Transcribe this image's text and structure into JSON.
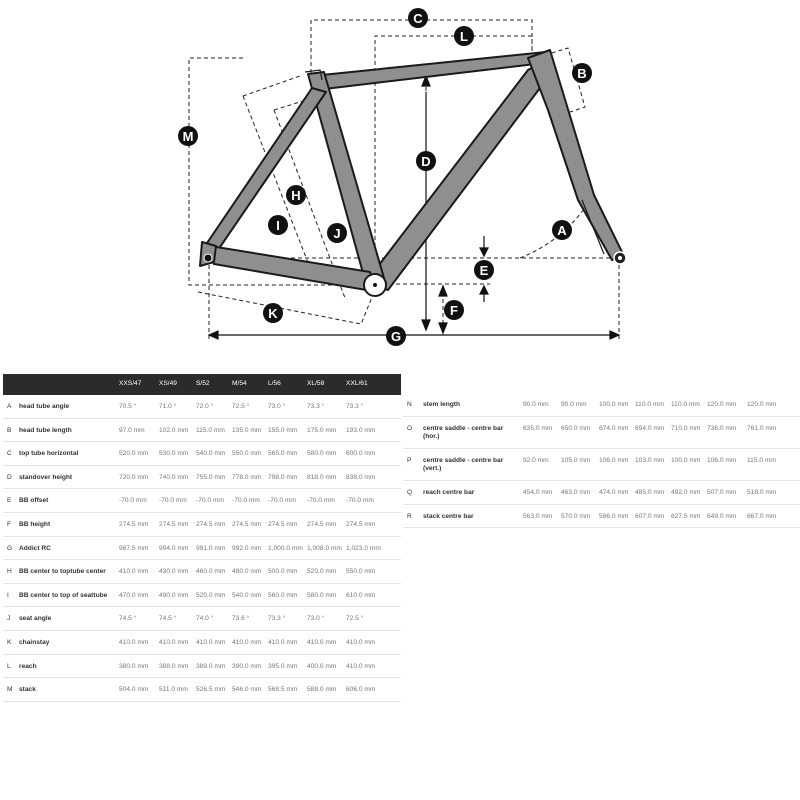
{
  "diagram": {
    "labels": [
      "A",
      "B",
      "C",
      "D",
      "E",
      "F",
      "G",
      "H",
      "I",
      "J",
      "K",
      "L",
      "M"
    ]
  },
  "sizes": [
    "XXS/47",
    "XS/49",
    "S/52",
    "M/54",
    "L/56",
    "XL/58",
    "XXL/61"
  ],
  "left_rows": [
    {
      "letter": "A",
      "name": "head tube angle",
      "values": [
        "70.5 °",
        "71.0 °",
        "72.0 °",
        "72.5 °",
        "73.0 °",
        "73.3 °",
        "73.3 °"
      ]
    },
    {
      "letter": "B",
      "name": "head tube length",
      "values": [
        "97.0 mm",
        "102.0 mm",
        "115.0 mm",
        "135.0 mm",
        "155.0 mm",
        "175.0 mm",
        "193.0 mm"
      ]
    },
    {
      "letter": "C",
      "name": "top tube horizontal",
      "values": [
        "520.0 mm",
        "530.0 mm",
        "540.0 mm",
        "550.0 mm",
        "565.0 mm",
        "580.0 mm",
        "600.0 mm"
      ]
    },
    {
      "letter": "D",
      "name": "standover height",
      "values": [
        "720.0 mm",
        "740.0 mm",
        "755.0 mm",
        "778.0 mm",
        "798.0 mm",
        "818.0 mm",
        "838.0 mm"
      ]
    },
    {
      "letter": "E",
      "name": "BB offset",
      "values": [
        "-70.0 mm",
        "-70.0 mm",
        "-70.0 mm",
        "-70.0 mm",
        "-70.0 mm",
        "-70.0 mm",
        "-70.0 mm"
      ]
    },
    {
      "letter": "F",
      "name": "BB height",
      "values": [
        "274.5 mm",
        "274.5 mm",
        "274.5 mm",
        "274.5 mm",
        "274.5 mm",
        "274.5 mm",
        "274.5 mm"
      ]
    },
    {
      "letter": "G",
      "name": "Addict RC",
      "values": [
        "987.5 mm",
        "994.0 mm",
        "991.0 mm",
        "992.0 mm",
        "1,000.0 mm",
        "1,008.0 mm",
        "1,023.0 mm"
      ]
    },
    {
      "letter": "H",
      "name": "BB center to toptube center",
      "values": [
        "410.0 mm",
        "430.0 mm",
        "460.0 mm",
        "480.0 mm",
        "500.0 mm",
        "520.0 mm",
        "550.0 mm"
      ]
    },
    {
      "letter": "I",
      "name": "BB center to top of seattube",
      "values": [
        "470.0 mm",
        "490.0 mm",
        "520.0 mm",
        "540.0 mm",
        "560.0 mm",
        "580.0 mm",
        "610.0 mm"
      ]
    },
    {
      "letter": "J",
      "name": "seat angle",
      "values": [
        "74.5 °",
        "74.5 °",
        "74.0 °",
        "73.6 °",
        "73.3 °",
        "73.0 °",
        "72.5 °"
      ]
    },
    {
      "letter": "K",
      "name": "chainstay",
      "values": [
        "410.0 mm",
        "410.0 mm",
        "410.0 mm",
        "410.0 mm",
        "410.0 mm",
        "410.0 mm",
        "410.0 mm"
      ]
    },
    {
      "letter": "L",
      "name": "reach",
      "values": [
        "380.0 mm",
        "388.0 mm",
        "389.0 mm",
        "390.0 mm",
        "395.0 mm",
        "400.0 mm",
        "410.0 mm"
      ]
    },
    {
      "letter": "M",
      "name": "stack",
      "values": [
        "504.0 mm",
        "511.0 mm",
        "526.5 mm",
        "546.0 mm",
        "568.5 mm",
        "588.0 mm",
        "606.0 mm"
      ]
    }
  ],
  "right_rows": [
    {
      "letter": "N",
      "name": "stem length",
      "values": [
        "90.0 mm",
        "90.0 mm",
        "100.0 mm",
        "110.0 mm",
        "110.0 mm",
        "120.0 mm",
        "120.0 mm"
      ]
    },
    {
      "letter": "O",
      "name": "centre saddle - centre bar (hor.)",
      "values": [
        "635.0 mm",
        "650.0 mm",
        "674.0 mm",
        "694.0 mm",
        "710.0 mm",
        "736.0 mm",
        "761.0 mm"
      ]
    },
    {
      "letter": "P",
      "name": "centre saddle - centre bar (vert.)",
      "values": [
        "92.0 mm",
        "105.0 mm",
        "106.0 mm",
        "103.0 mm",
        "100.0 mm",
        "106.0 mm",
        "115.0 mm"
      ]
    },
    {
      "letter": "Q",
      "name": "reach centre bar",
      "values": [
        "454.0 mm",
        "463.0 mm",
        "474.0 mm",
        "485.0 mm",
        "492.0 mm",
        "507.0 mm",
        "518.0 mm"
      ]
    },
    {
      "letter": "R",
      "name": "stack centre bar",
      "values": [
        "563.0 mm",
        "570.0 mm",
        "586.0 mm",
        "607.0 mm",
        "627.5 mm",
        "649.0 mm",
        "667.0 mm"
      ]
    }
  ]
}
